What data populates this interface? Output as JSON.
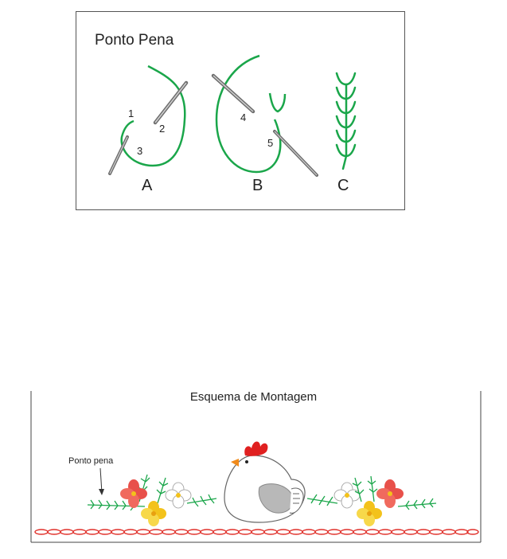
{
  "stitch_panel": {
    "title": "Ponto Pena",
    "steps": [
      "A",
      "B",
      "C"
    ],
    "numbers": [
      "1",
      "2",
      "3",
      "4",
      "5"
    ]
  },
  "layout": {
    "title": "Esquema de Montagem",
    "callout": "Ponto pena"
  },
  "colors": {
    "thread": "#1aa64a",
    "needle": "#7a7a7a",
    "border": "#555555",
    "chain": "#e0302a",
    "flower_red": "#e8504a",
    "flower_yellow": "#f3c21b",
    "comb": "#e02020"
  }
}
